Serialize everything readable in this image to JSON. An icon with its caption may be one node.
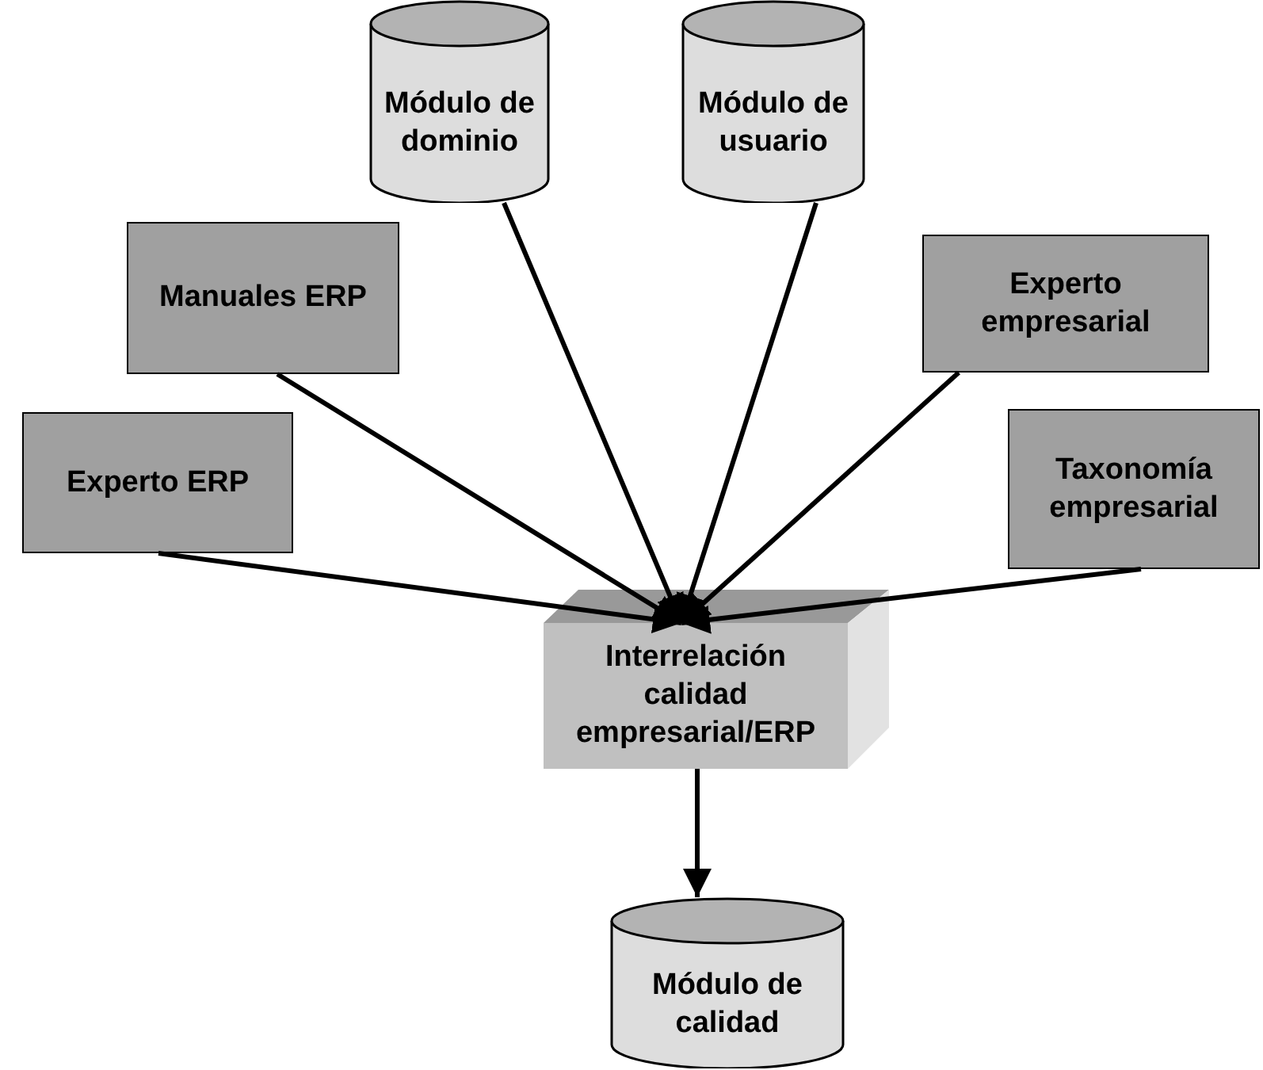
{
  "diagram": {
    "nodes": [
      {
        "text": [
          "Módulo de dominio"
        ]
      },
      {
        "text": [
          "Módulo de usuario"
        ]
      },
      {
        "text": [
          "Manuales ERP"
        ]
      },
      {
        "text": [
          "Experto empresarial"
        ]
      },
      {
        "text": [
          "Experto ERP"
        ]
      },
      {
        "text": [
          "Taxonomía empresarial"
        ]
      },
      {
        "text": [
          "Interrelación calidad empresarial/ERP"
        ]
      },
      {
        "text": [
          "Módulo de calidad"
        ]
      }
    ],
    "edges": [
      {
        "from": 0,
        "to": 6,
        "arrow": "to"
      },
      {
        "from": 1,
        "to": 6,
        "arrow": "to"
      },
      {
        "from": 2,
        "to": 6,
        "arrow": "to"
      },
      {
        "from": 3,
        "to": 6,
        "arrow": "to"
      },
      {
        "from": 4,
        "to": 6,
        "arrow": "to"
      },
      {
        "from": 5,
        "to": 6,
        "arrow": "to"
      },
      {
        "from": 6,
        "to": 7,
        "arrow": "to"
      }
    ]
  }
}
